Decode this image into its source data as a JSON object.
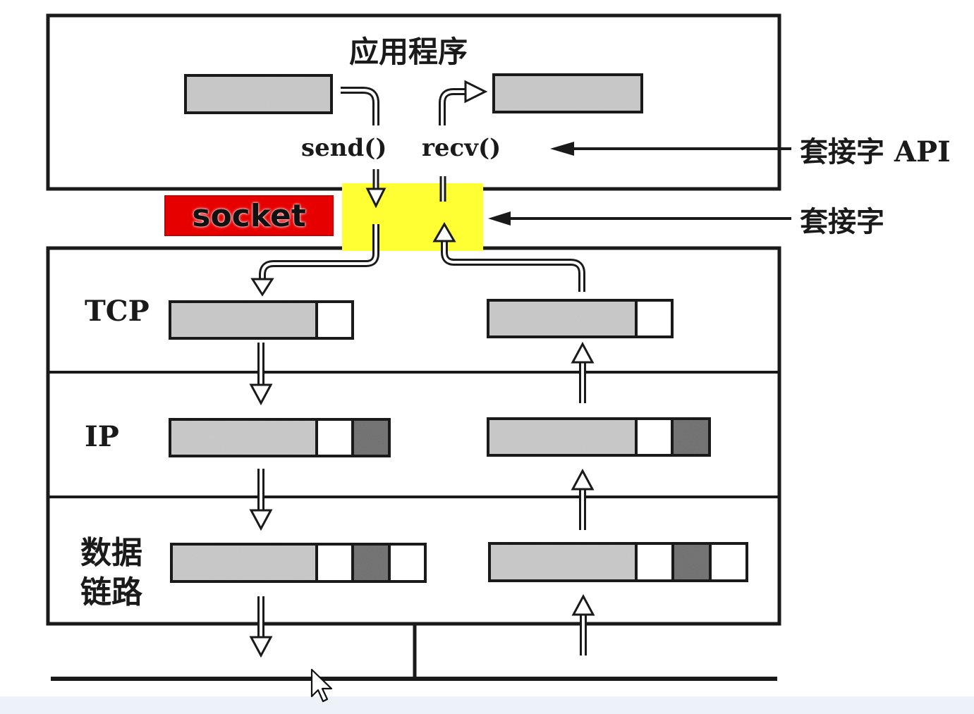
{
  "app_title": "应用程序",
  "calls": {
    "send": "send()",
    "recv": "recv()"
  },
  "annotations": {
    "socket_api": "套接字 API",
    "socket": "套接字"
  },
  "socket_tag": "socket",
  "layers": {
    "tcp": "TCP",
    "ip": "IP",
    "datalink_line1": "数据",
    "datalink_line2": "链路"
  },
  "colors": {
    "socket_tag_bg": "#e60000",
    "socket_region": "#ffff33",
    "line": "#1a1a1a",
    "payload_fill": "#c8c8c8",
    "header_fill": "#ffffff",
    "ip_header_fill": "#6e6e6e"
  }
}
